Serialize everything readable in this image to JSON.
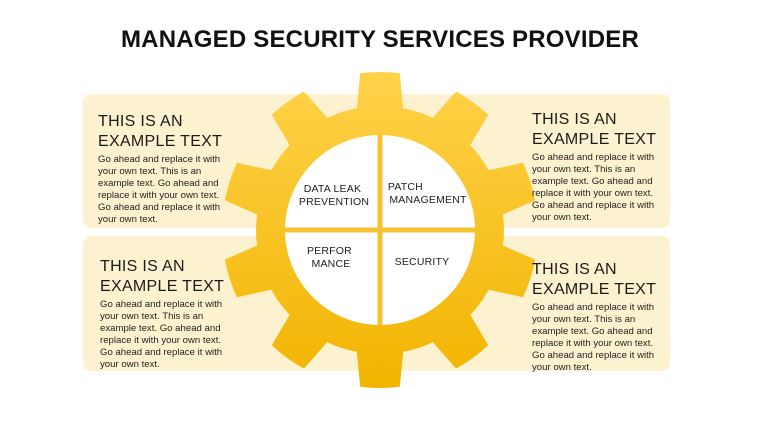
{
  "title": "MANAGED SECURITY SERVICES PROVIDER",
  "blocks": {
    "tl": {
      "heading_line1": "THIS IS AN",
      "heading_line2": "EXAMPLE TEXT",
      "body_lines": [
        "Go ahead and replace it with",
        "your own text. This is an",
        "example text. Go ahead and",
        "replace it with your own text.",
        "Go ahead and replace it with",
        "your own text."
      ]
    },
    "tr": {
      "heading_line1": "THIS IS AN",
      "heading_line2": "EXAMPLE TEXT",
      "body_lines": [
        "Go ahead and replace it with",
        "your own text. This is an",
        "example text. Go ahead and",
        "replace it with your own text.",
        "Go ahead and replace it with",
        "your own text."
      ]
    },
    "bl": {
      "heading_line1": "THIS IS AN",
      "heading_line2": "EXAMPLE TEXT",
      "body_lines": [
        "Go ahead and replace it with",
        "your own text. This is an",
        "example text. Go ahead and",
        "replace it with your own text.",
        "Go ahead and replace it with",
        "your own text."
      ]
    },
    "br": {
      "heading_line1": "THIS IS AN",
      "heading_line2": "EXAMPLE TEXT",
      "body_lines": [
        "Go ahead and replace it with",
        "your own text. This is an",
        "example text. Go ahead and",
        "replace it with your own text.",
        "Go ahead and replace it with",
        "your own text."
      ]
    }
  },
  "gear": {
    "quadrants": {
      "tl": [
        "DATA LEAK",
        "PREVENTION"
      ],
      "tr": [
        "PATCH",
        "MANAGEMENT"
      ],
      "bl": [
        "PERFOR",
        "MANCE"
      ],
      "br": [
        "SECURITY"
      ]
    },
    "colors": {
      "gear_light": "#ffd24a",
      "gear_dark": "#f0b000",
      "panel": "#fdf2cf",
      "inner": "#ffffff",
      "divider": "#f4c430"
    }
  }
}
